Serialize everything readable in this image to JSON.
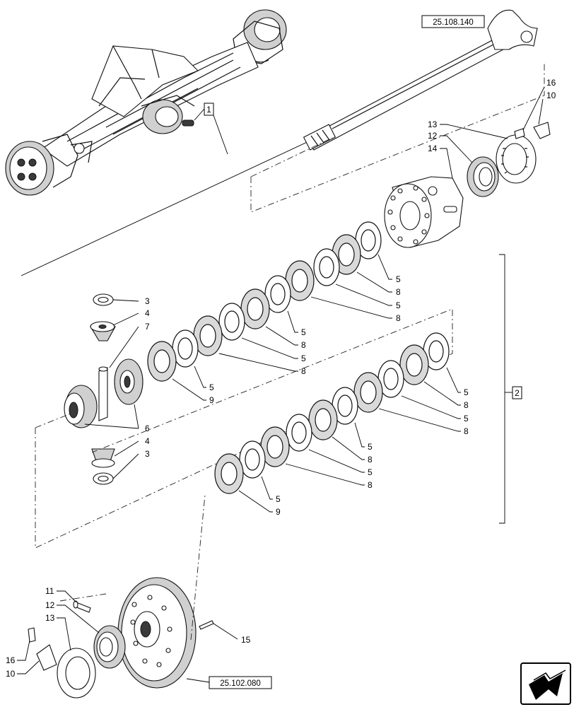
{
  "refs": {
    "top_right": "25.108.140",
    "bottom": "25.102.080"
  },
  "boxed_labels": {
    "axle": "1",
    "pack": "2"
  },
  "labels": {
    "n3_top": "3",
    "n4_top": "4",
    "n7": "7",
    "n6": "6",
    "n4_bottom": "4",
    "n3_bottom": "3",
    "n16_top": "16",
    "n10_top": "10",
    "n13_top": "13",
    "n12_top": "12",
    "n14": "14",
    "rp1": [
      "5",
      "8",
      "5",
      "8"
    ],
    "rp2": [
      "5",
      "8",
      "5",
      "8"
    ],
    "rp3": [
      "5",
      "9"
    ],
    "rp4": [
      "5",
      "8",
      "5",
      "8"
    ],
    "rp5": [
      "5",
      "8",
      "5",
      "8"
    ],
    "rp6": [
      "5",
      "9"
    ],
    "n11": "11",
    "n12_bottom": "12",
    "n13_bottom": "13",
    "n16_bottom": "16",
    "n10_bottom": "10",
    "n15": "15"
  }
}
